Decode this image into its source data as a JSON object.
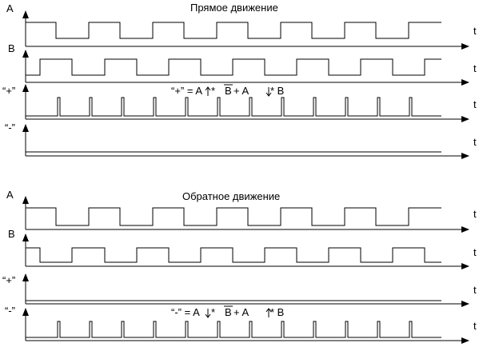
{
  "forward": {
    "title": "Прямое движение",
    "label_a": "A",
    "label_b": "B",
    "label_plus": "“+”",
    "label_minus": "“-”",
    "formula": {
      "lhs": "“+”",
      "eq": " = A",
      "star1": " * ",
      "b": "B",
      "mid": "  + A",
      "star2": " * B"
    }
  },
  "reverse": {
    "title": "Обратное движение",
    "label_a": "A",
    "label_b": "B",
    "label_plus": "“+”",
    "label_minus": "“-”",
    "formula": {
      "lhs": "“-”",
      "eq": " = A",
      "star1": " * ",
      "b": "B",
      "mid": "  + A",
      "star2": " * B"
    }
  },
  "axis_label": "t"
}
